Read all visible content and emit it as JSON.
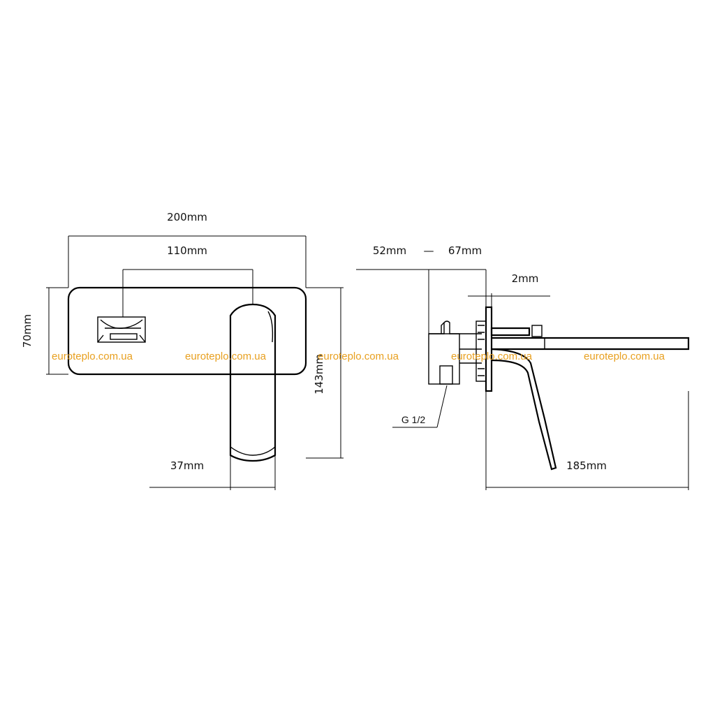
{
  "dimensions": {
    "width_total": "200mm",
    "lever_spacing": "110mm",
    "plate_height": "70mm",
    "overall_height": "143mm",
    "handle_width": "37mm",
    "depth_range_min": "52mm",
    "depth_range_sep": "—",
    "depth_range_max": "67mm",
    "plate_thickness": "2mm",
    "spout_length": "185mm",
    "thread": "G 1/2"
  },
  "watermark": {
    "text": "euroteplo.com.ua",
    "color": "#e8a020"
  }
}
